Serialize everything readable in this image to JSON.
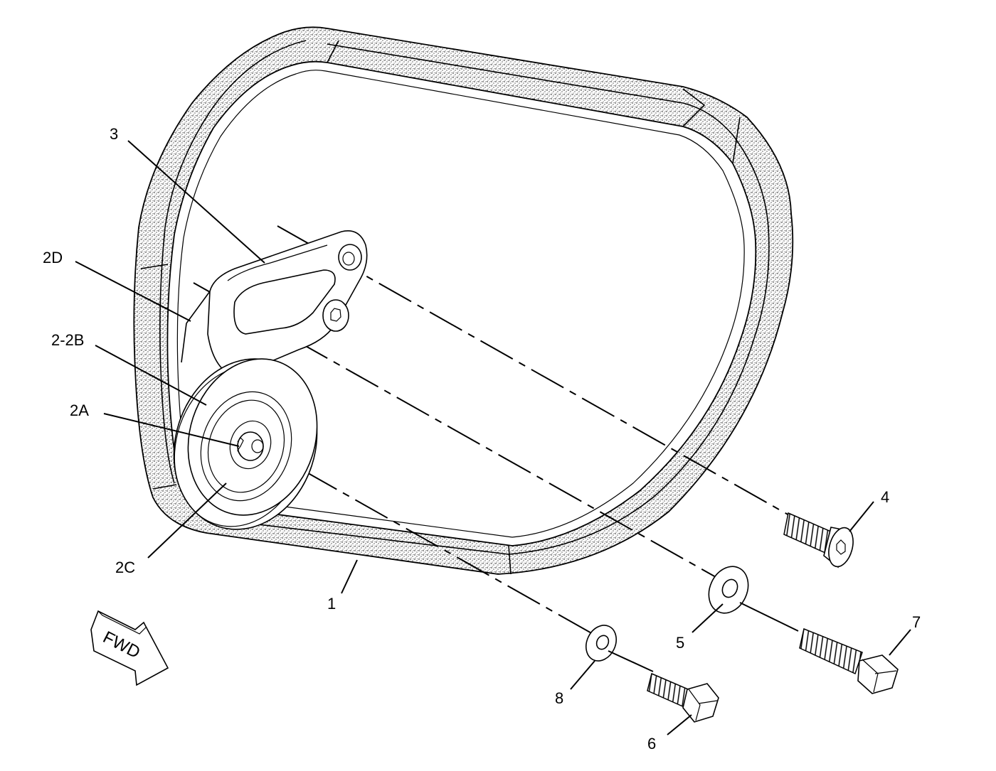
{
  "callouts": {
    "c1": "1",
    "c2a": "2A",
    "c2b": "2-2B",
    "c2c": "2C",
    "c2d": "2D",
    "c3": "3",
    "c4": "4",
    "c5": "5",
    "c6": "6",
    "c7": "7",
    "c8": "8"
  },
  "direction_arrow": {
    "label": "FWD"
  }
}
